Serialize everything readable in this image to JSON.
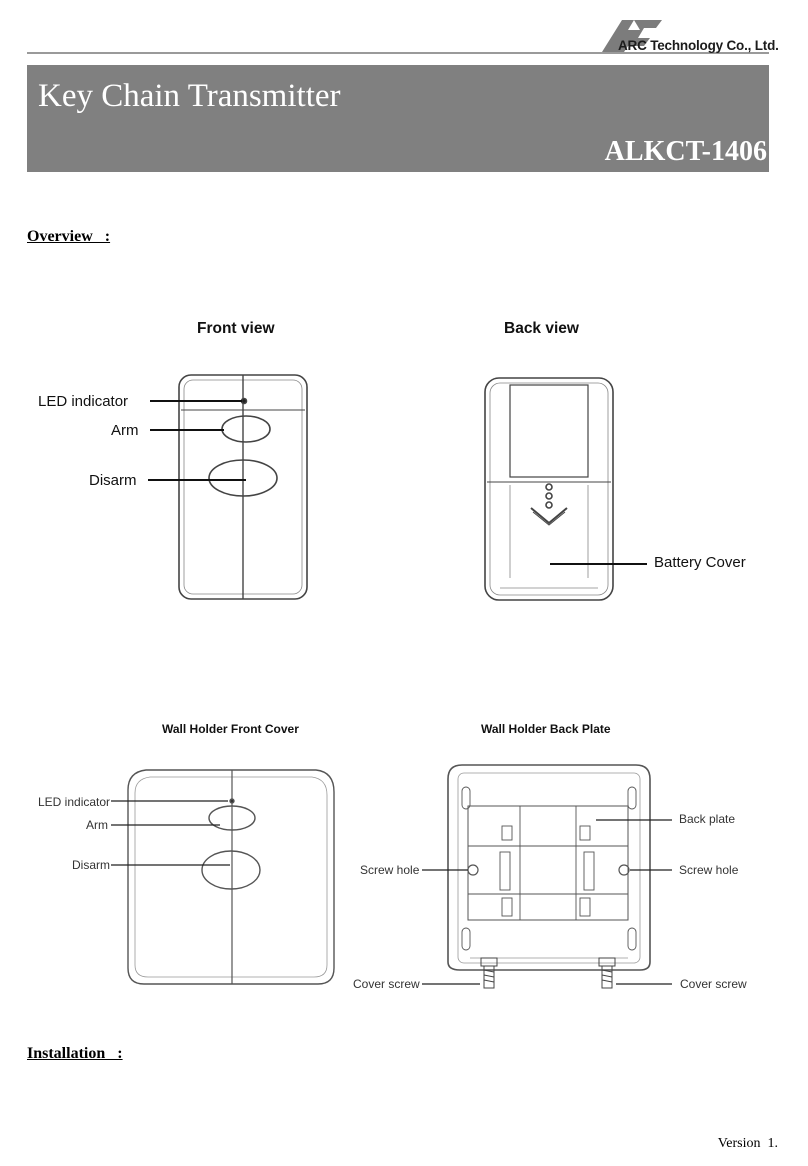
{
  "header": {
    "company": "ARC Technology Co., Ltd.",
    "title": "Key Chain Transmitter",
    "model": "ALKCT-1406"
  },
  "sections": {
    "overview": "Overview   :",
    "installation": "Installation   :"
  },
  "figure1": {
    "front_title": "Front view",
    "back_title": "Back view",
    "labels": {
      "led": "LED indicator",
      "arm": "Arm",
      "disarm": "Disarm",
      "battery_cover": "Battery Cover"
    }
  },
  "figure2": {
    "front_title": "Wall Holder Front Cover",
    "back_title": "Wall Holder Back Plate",
    "labels": {
      "led": "LED indicator",
      "arm": "Arm",
      "disarm": "Disarm",
      "back_plate": "Back plate",
      "screw_hole_left": "Screw hole",
      "screw_hole_right": "Screw hole",
      "cover_screw_left": "Cover screw",
      "cover_screw_right": "Cover screw"
    }
  },
  "footer": {
    "version": "Version  1."
  }
}
